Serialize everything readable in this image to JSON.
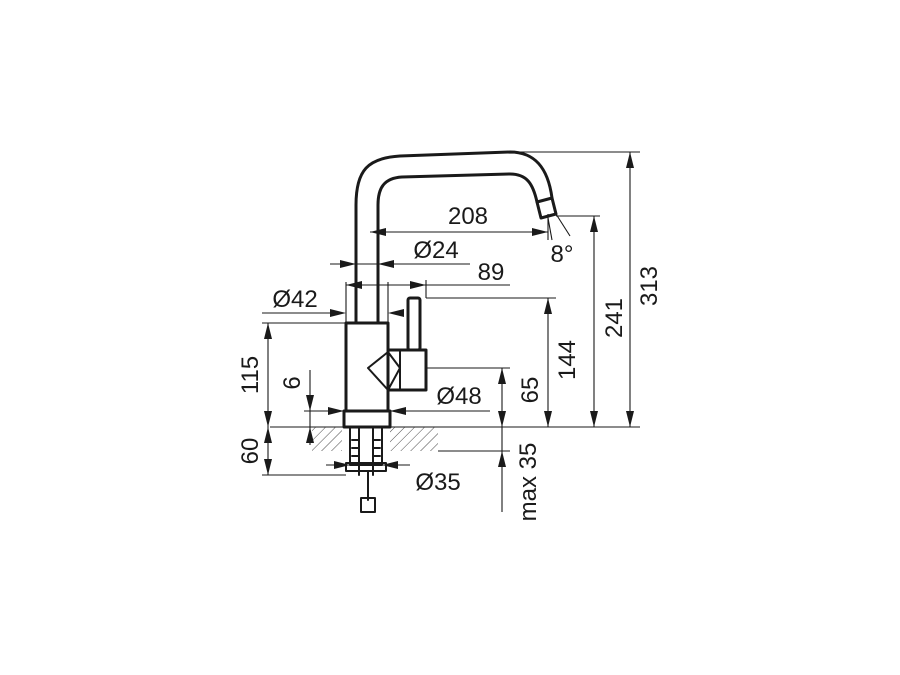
{
  "drawing": {
    "subject": "kitchen faucet dimension drawing",
    "units": "mm",
    "dimensions": {
      "spout_reach": "208",
      "spout_angle": "8°",
      "spout_diameter": "Ø24",
      "lever_reach": "89",
      "body_diameter": "Ø42",
      "body_height": "115",
      "gap_6": "6",
      "base_diameter": "Ø48",
      "shank_length": "60",
      "thread_diameter": "Ø35",
      "max_deck": "max 35",
      "lever_height": "65",
      "lever_top_height": "144",
      "spout_height": "241",
      "total_height": "313"
    }
  }
}
